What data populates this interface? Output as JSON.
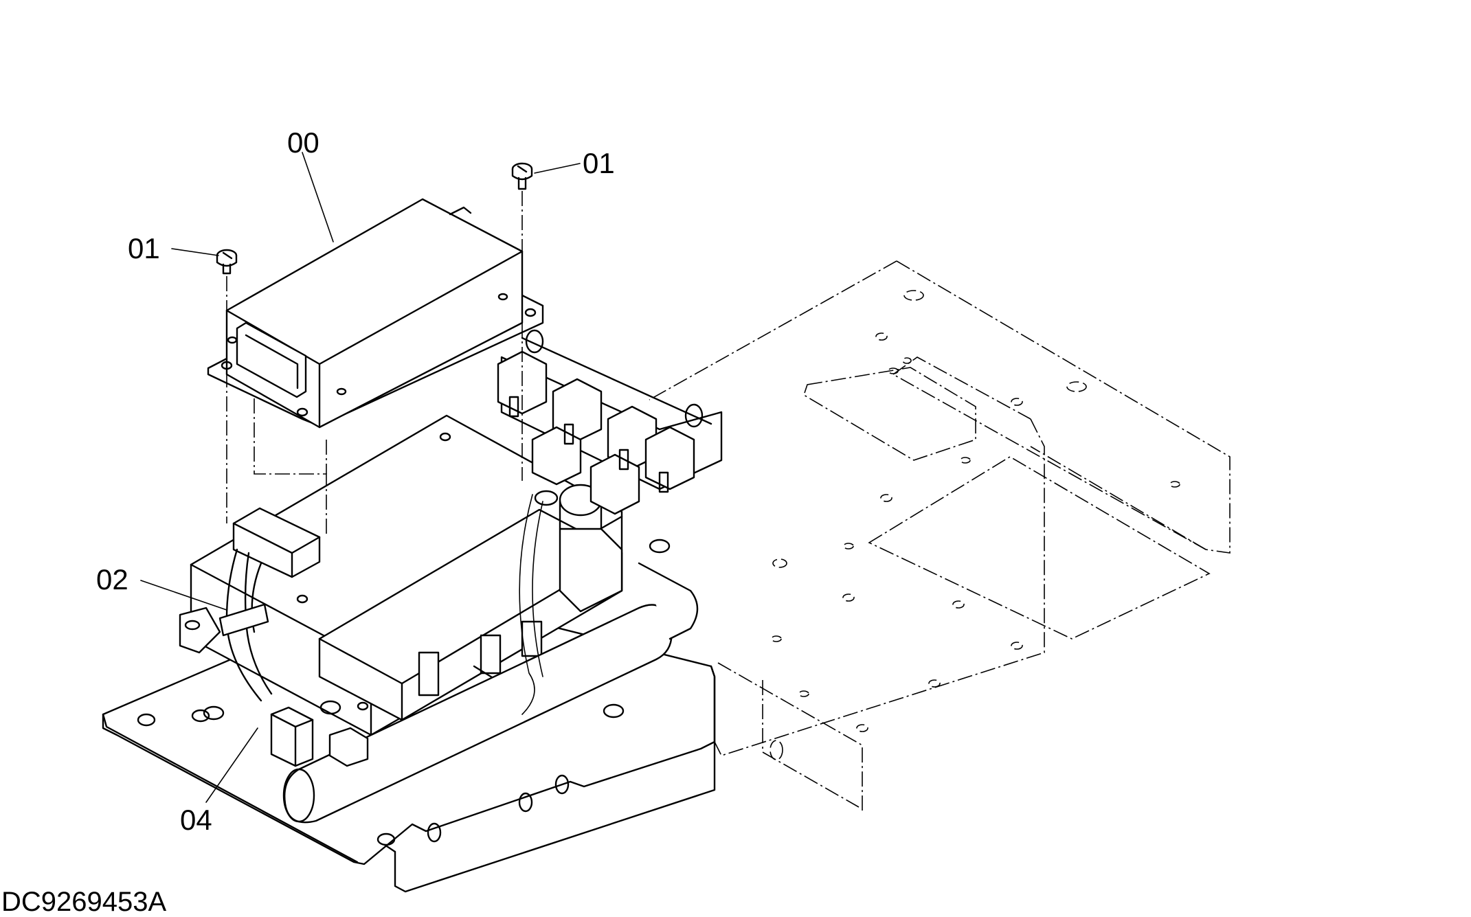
{
  "drawing": {
    "document_code": "DC9269453A"
  },
  "callouts": [
    {
      "id": "00",
      "label": "00"
    },
    {
      "id": "01a",
      "label": "01"
    },
    {
      "id": "01b",
      "label": "01"
    },
    {
      "id": "02",
      "label": "02"
    },
    {
      "id": "04",
      "label": "04"
    }
  ]
}
